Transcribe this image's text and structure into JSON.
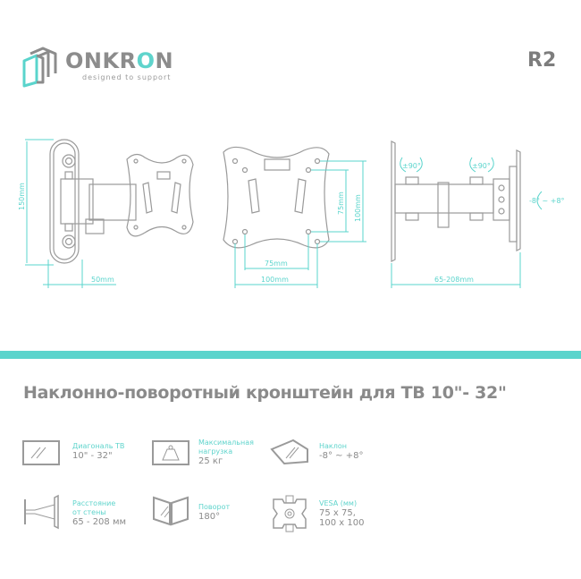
{
  "brand": {
    "name_part1": "ONKR",
    "name_accent": "O",
    "name_part2": "N",
    "tagline": "designed to support",
    "logo_icon": "isometric-cube-icon",
    "colors": {
      "accent": "#5ad4cc",
      "text": "#8a8a8a",
      "line": "#9a9a9a"
    }
  },
  "model": "R2",
  "diagrams": {
    "side_view": {
      "height_label": "150mm",
      "depth_label": "50mm"
    },
    "vesa_plate": {
      "inner_h": "75mm",
      "outer_h": "100mm",
      "inner_v": "75mm",
      "outer_v": "100mm"
    },
    "top_view": {
      "swivel_wall": "±90°",
      "swivel_plate": "±90°",
      "tilt": "-8° ~ +8°",
      "reach": "65-208mm"
    }
  },
  "headline": "Наклонно-поворотный кронштейн для ТВ 10\"- 32\"",
  "features": [
    {
      "icon": "tv-screen-icon",
      "label": "Диагональ ТВ",
      "value_lines": [
        "10\" - 32\""
      ]
    },
    {
      "icon": "weight-icon",
      "label_lines": [
        "Максимальная",
        "нагрузка"
      ],
      "value_lines": [
        "25 кг"
      ]
    },
    {
      "icon": "tilt-icon",
      "label": "Наклон",
      "value_lines": [
        "-8° ~ +8°"
      ]
    },
    {
      "icon": "wall-distance-icon",
      "label_lines": [
        "Расстояние",
        "от стены"
      ],
      "value_lines": [
        "65 - 208 мм"
      ]
    },
    {
      "icon": "swivel-icon",
      "label": "Поворот",
      "value_lines": [
        "180°"
      ]
    },
    {
      "icon": "vesa-plate-icon",
      "label": "VESA (мм)",
      "value_lines": [
        "75 x 75,",
        "100 x 100"
      ]
    }
  ]
}
